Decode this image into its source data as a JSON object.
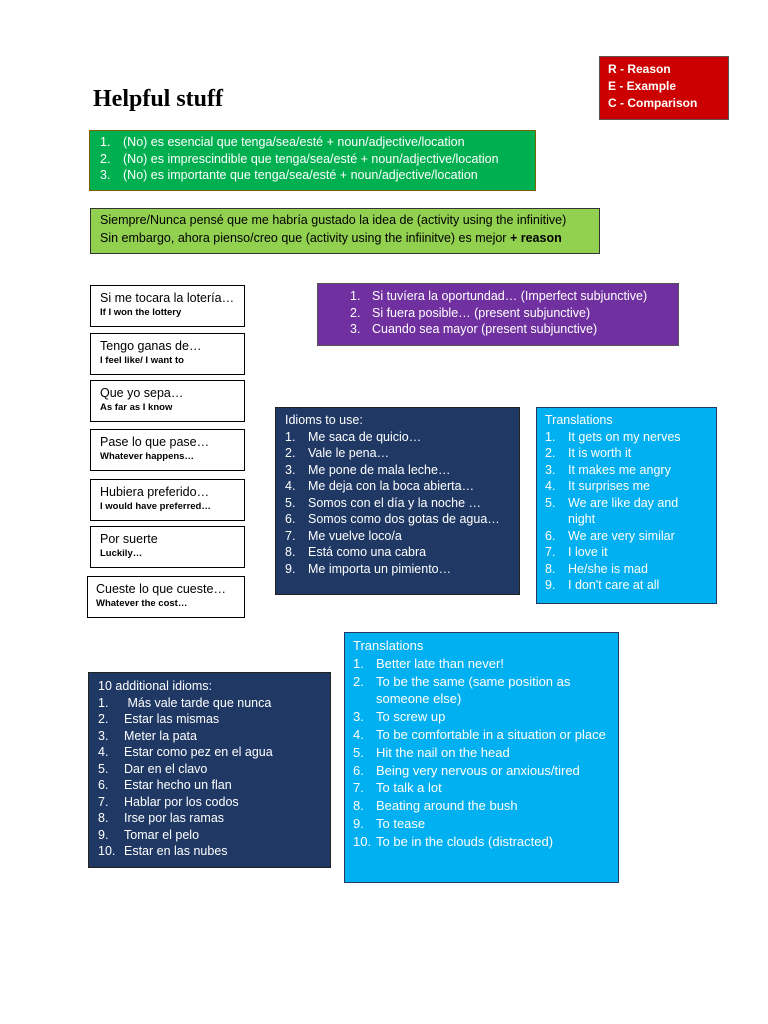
{
  "title": "Helpful stuff",
  "rec_box": {
    "lines": [
      "R - Reason",
      "E - Example",
      "C - Comparison"
    ]
  },
  "essential_box": {
    "items": [
      "(No) es esencial que tenga/sea/esté + noun/adjective/location",
      "(No) es imprescindible que tenga/sea/esté + noun/adjective/location",
      "(No) es importante que tenga/sea/esté + noun/adjective/location"
    ]
  },
  "opinion_box": {
    "line1": "Siempre/Nunca pensé que me habría gustado la idea de (activity using the infinitive)",
    "line2": "Sin embargo, ahora pienso/creo que (activity using the infiinitve) es mejor",
    "line2_bold": "+ reason"
  },
  "phrases": [
    {
      "es": "Si me tocara la lotería…",
      "en": "If I won the lottery"
    },
    {
      "es": "Tengo ganas de…",
      "en": "I feel like/ I want to"
    },
    {
      "es": "Que yo sepa…",
      "en": "As far as I know"
    },
    {
      "es": "Pase lo que pase…",
      "en": "Whatever happens…"
    },
    {
      "es": "Hubiera preferido…",
      "en": "I would have preferred…"
    },
    {
      "es": "Por suerte",
      "en": "Luckily…"
    },
    {
      "es": "Cueste lo que cueste…",
      "en": "Whatever the cost…"
    }
  ],
  "subjunctive_box": {
    "items": [
      "Si tuvíera la oportundad… (Imperfect subjunctive)",
      "Si fuera posible… (present subjunctive)",
      "Cuando sea mayor (present subjunctive)"
    ]
  },
  "idioms_box": {
    "heading": "Idioms to use:",
    "items": [
      "Me saca de quicio…",
      "Vale le pena…",
      "Me pone de mala leche…",
      "Me deja con la boca abierta…",
      "Somos con el día y la noche …",
      "Somos como dos gotas de agua…",
      "Me vuelve loco/a",
      "Está como una cabra",
      "Me importa un pimiento…"
    ]
  },
  "translations1": {
    "heading": "Translations",
    "items": [
      "It gets on my nerves",
      "It is worth it",
      "It makes me angry",
      "It surprises me",
      "We are like day and night",
      "We are very similar",
      "I love it",
      "He/she is mad",
      "I don't care at all"
    ]
  },
  "additional_box": {
    "heading": "10 additional idioms:",
    "items": [
      " Más vale tarde que nunca",
      "Estar las mismas",
      "Meter la pata",
      "Estar como pez en el agua",
      "Dar en el clavo",
      "Estar hecho un flan",
      "Hablar por los codos",
      "Irse por las ramas",
      "Tomar el pelo",
      "Estar en las nubes"
    ]
  },
  "translations2": {
    "heading": "Translations",
    "items": [
      "Better late than never!",
      "To be the same (same position as someone else)",
      "To screw up",
      "To be comfortable in a situation or place",
      "Hit the nail on the head",
      "Being very nervous or anxious/tired",
      "To talk a lot",
      "Beating around the bush",
      "To tease",
      "To be in the clouds (distracted)"
    ]
  },
  "colors": {
    "red": "#cc0000",
    "green": "#00b050",
    "light_green": "#92d050",
    "purple": "#7030a0",
    "navy": "#1f3864",
    "cyan": "#00b0f0"
  }
}
